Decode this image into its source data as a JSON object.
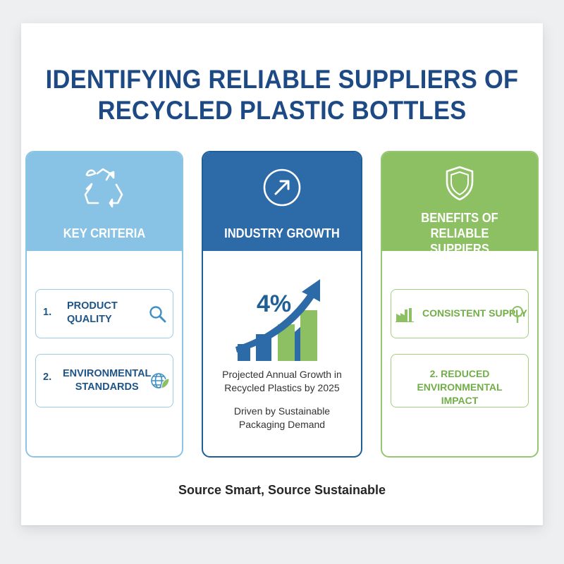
{
  "title": {
    "line1": "IDENTIFYING RELIABLE SUPPLIERS OF",
    "line2": "RECYCLED PLASTIC BOTTLES"
  },
  "cards": {
    "criteria": {
      "heading": "KEY CRITERIA",
      "icon": "recycle-icon",
      "items": [
        {
          "number": "1.",
          "line1": "PRODUCT",
          "line2": "QUALITY",
          "icon": "magnifier-icon"
        },
        {
          "number": "2.",
          "line1": "ENVIRONMENTAL",
          "line2": "STANDARDS",
          "icon": "globe-leaf-icon"
        }
      ]
    },
    "growth": {
      "heading": "INDUSTRY GROWTH",
      "icon": "arrow-up-right-circle-icon",
      "percent": "4%",
      "description_line1": "Projected Annual Growth in",
      "description_line2": "Recycled Plastics by 2025",
      "driver_line1": "Driven by Sustainable",
      "driver_line2": "Packaging Demand"
    },
    "benefits": {
      "heading_line1": "BENEFITS OF RELIABLE",
      "heading_line2": "SUPPIERS",
      "icon": "shield-icon",
      "items": [
        {
          "text": "CONSISTENT SUPPLY",
          "icon_left": "factory-icon",
          "icon_right": "tree-icon"
        },
        {
          "line1": "2. REDUCED ENVIRONMENTAL",
          "line2": "IMPACT"
        }
      ]
    }
  },
  "colors": {
    "title": "#1d4a85",
    "criteria": "#88c3e6",
    "growth": "#2c6aa8",
    "benefits": "#8dc063"
  },
  "tagline": "Source Smart, Source Sustainable"
}
